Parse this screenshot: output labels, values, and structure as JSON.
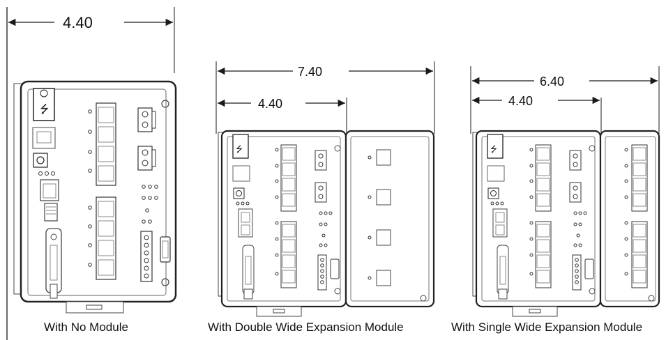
{
  "dimensions": {
    "no_module_width": "4.40",
    "double_total_width": "7.40",
    "double_base_width": "4.40",
    "single_total_width": "6.40",
    "single_base_width": "4.40"
  },
  "captions": {
    "no_module": "With No Module",
    "double_wide": "With Double Wide Expansion Module",
    "single_wide": "With Single Wide Expansion Module"
  },
  "colors": {
    "line": "#1a1a1a",
    "body_stroke": "#222222",
    "device_fill": "#ffffff",
    "detail_gray": "#8a8a8a"
  },
  "icons": [
    "usb-icon",
    "ground-screw-icon",
    "rj45-port-icon",
    "sfp-port-icon",
    "led-indicator-icon",
    "terminal-block-icon",
    "serial-connector-icon"
  ]
}
